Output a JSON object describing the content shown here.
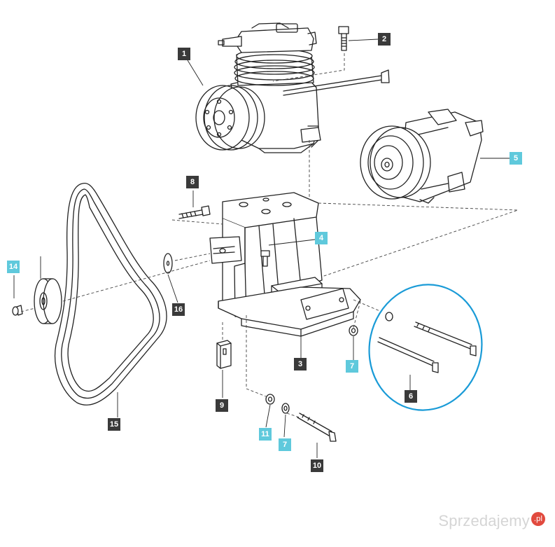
{
  "callouts": [
    {
      "num": "1",
      "style": "dark"
    },
    {
      "num": "2",
      "style": "dark"
    },
    {
      "num": "3",
      "style": "dark"
    },
    {
      "num": "4",
      "style": "cyan"
    },
    {
      "num": "5",
      "style": "cyan"
    },
    {
      "num": "6",
      "style": "dark"
    },
    {
      "num": "7",
      "style": "cyan"
    },
    {
      "num": "7",
      "style": "cyan"
    },
    {
      "num": "8",
      "style": "dark"
    },
    {
      "num": "9",
      "style": "dark"
    },
    {
      "num": "10",
      "style": "dark"
    },
    {
      "num": "11",
      "style": "cyan"
    },
    {
      "num": "14",
      "style": "cyan"
    },
    {
      "num": "15",
      "style": "dark"
    },
    {
      "num": "16",
      "style": "dark"
    }
  ],
  "colors": {
    "callout_dark": "#3a3a3a",
    "callout_cyan": "#5fc9dc",
    "highlight_ring": "#1a9bd7",
    "line": "#222222"
  },
  "watermark": {
    "text": "Sprzedajemy",
    "badge": ".pl"
  }
}
